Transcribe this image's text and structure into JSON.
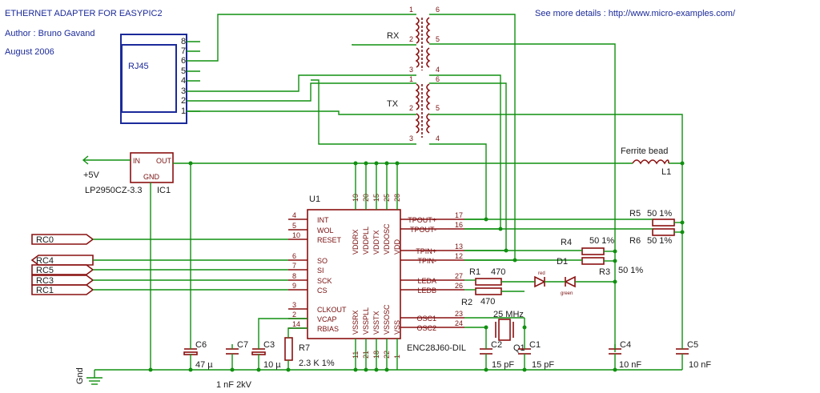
{
  "header": {
    "title": "ETHERNET ADAPTER FOR EASYPIC2",
    "author": "Author : Bruno Gavand",
    "date": "August 2006",
    "more": "See more details : http://www.micro-examples.com/"
  },
  "rj45": {
    "name": "RJ45",
    "pins": [
      "8",
      "7",
      "6",
      "5",
      "4",
      "3",
      "2",
      "1"
    ]
  },
  "transformer": {
    "rx_label": "RX",
    "tx_label": "TX",
    "rx_pins": [
      "1",
      "6",
      "2",
      "5",
      "3",
      "4"
    ],
    "tx_pins": [
      "1",
      "6",
      "2",
      "5",
      "3",
      "4"
    ]
  },
  "regulator": {
    "in": "IN",
    "out": "OUT",
    "gnd": "GND",
    "part": "LP2950CZ-3.3",
    "ref": "IC1",
    "supply": "+5V"
  },
  "ferrite": {
    "label": "Ferrite bead",
    "ref": "L1"
  },
  "u1": {
    "ref": "U1",
    "part": "ENC28J60-DIL",
    "left_pins": [
      {
        "num": "4",
        "name": "INT"
      },
      {
        "num": "5",
        "name": "WOL"
      },
      {
        "num": "10",
        "name": "RESET"
      },
      {
        "num": "6",
        "name": "SO"
      },
      {
        "num": "7",
        "name": "SI"
      },
      {
        "num": "8",
        "name": "SCK"
      },
      {
        "num": "9",
        "name": "CS"
      },
      {
        "num": "3",
        "name": "CLKOUT"
      },
      {
        "num": "2",
        "name": "VCAP"
      },
      {
        "num": "14",
        "name": "RBIAS"
      }
    ],
    "right_pins": [
      {
        "num": "17",
        "name": "TPOUT+"
      },
      {
        "num": "16",
        "name": "TPOUT-"
      },
      {
        "num": "13",
        "name": "TPIN+"
      },
      {
        "num": "12",
        "name": "TPIN-"
      },
      {
        "num": "27",
        "name": "LEDA"
      },
      {
        "num": "26",
        "name": "LEDB"
      },
      {
        "num": "23",
        "name": "OSC1"
      },
      {
        "num": "24",
        "name": "OSC2"
      }
    ],
    "top_pins": [
      {
        "num": "19",
        "name": "VDDRX"
      },
      {
        "num": "20",
        "name": "VDDPLL"
      },
      {
        "num": "15",
        "name": "VDDTX"
      },
      {
        "num": "25",
        "name": "VDDOSC"
      },
      {
        "num": "28",
        "name": "VDD"
      }
    ],
    "bottom_pins": [
      {
        "num": "11",
        "name": "VSSRX"
      },
      {
        "num": "21",
        "name": "VSSPLL"
      },
      {
        "num": "18",
        "name": "VSSTX"
      },
      {
        "num": "22",
        "name": "VSSOSC"
      },
      {
        "num": "1",
        "name": "VSS"
      }
    ]
  },
  "ports": [
    "RC0",
    "RC4",
    "RC5",
    "RC3",
    "RC1"
  ],
  "components": {
    "R1": {
      "ref": "R1",
      "value": "470"
    },
    "R2": {
      "ref": "R2",
      "value": "470"
    },
    "R3": {
      "ref": "R3",
      "value": "50 1%"
    },
    "R4": {
      "ref": "R4",
      "value": "50 1%"
    },
    "R5": {
      "ref": "R5",
      "value": "50 1%"
    },
    "R6": {
      "ref": "R6",
      "value": "50 1%"
    },
    "R7": {
      "ref": "R7",
      "value": "2.3 K 1%"
    },
    "C1": {
      "ref": "C1",
      "value": "15 pF"
    },
    "C2": {
      "ref": "C2",
      "value": "15 pF"
    },
    "C3": {
      "ref": "C3",
      "value": "10 µ"
    },
    "C4": {
      "ref": "C4",
      "value": "10 nF"
    },
    "C5": {
      "ref": "C5",
      "value": "10 nF"
    },
    "C6": {
      "ref": "C6",
      "value": "47 µ"
    },
    "C7": {
      "ref": "C7",
      "value": "1 nF 2kV"
    },
    "Q1": {
      "ref": "Q1",
      "value": "25 MHz"
    },
    "D1": {
      "ref": "D1",
      "red": "red",
      "green": "green"
    }
  },
  "gnd": "Gnd",
  "colors": {
    "wire": "#109010",
    "part": "#8a1010",
    "header": "#1b2a9a"
  }
}
